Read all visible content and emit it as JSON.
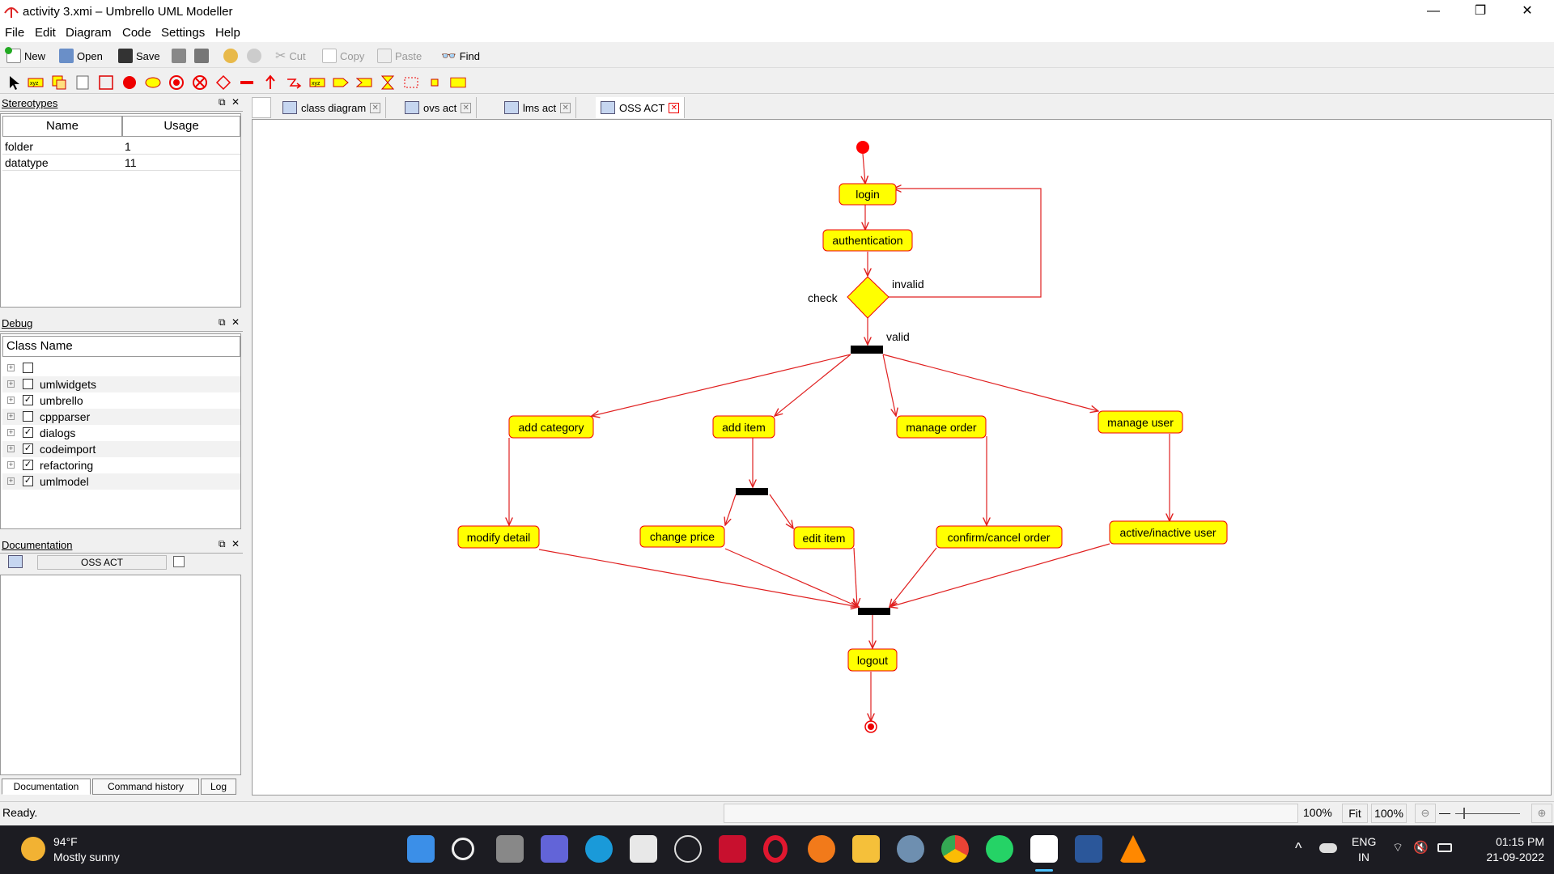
{
  "window": {
    "title": "activity 3.xmi – Umbrello UML Modeller",
    "minimize": "—",
    "restore": "❐",
    "close": "✕"
  },
  "menu": [
    "File",
    "Edit",
    "Diagram",
    "Code",
    "Settings",
    "Help"
  ],
  "toolbar": {
    "new": "New",
    "open": "Open",
    "save": "Save",
    "cut": "Cut",
    "copy": "Copy",
    "paste": "Paste",
    "find": "Find"
  },
  "stereotypes": {
    "title": "Stereotypes",
    "columns": [
      "Name",
      "Usage"
    ],
    "rows": [
      {
        "name": "folder",
        "usage": "1"
      },
      {
        "name": "datatype",
        "usage": "11"
      }
    ]
  },
  "debug": {
    "title": "Debug",
    "column": "Class Name",
    "items": [
      {
        "label": "",
        "checked": false
      },
      {
        "label": "umlwidgets",
        "checked": false
      },
      {
        "label": "umbrello",
        "checked": true
      },
      {
        "label": "cppparser",
        "checked": false
      },
      {
        "label": "dialogs",
        "checked": true
      },
      {
        "label": "codeimport",
        "checked": true
      },
      {
        "label": "refactoring",
        "checked": true
      },
      {
        "label": "umlmodel",
        "checked": true
      }
    ]
  },
  "documentation": {
    "title": "Documentation",
    "name": "OSS ACT"
  },
  "bottom_tabs": [
    "Documentation",
    "Command history",
    "Log"
  ],
  "diagram_tabs": [
    {
      "label": "class diagram",
      "active": false
    },
    {
      "label": "ovs act",
      "active": false
    },
    {
      "label": "lms act",
      "active": false
    },
    {
      "label": "OSS ACT",
      "active": true
    }
  ],
  "diagram": {
    "activities": {
      "login": "login",
      "authentication": "authentication",
      "add_category": "add category",
      "add_item": "add item",
      "manage_order": "manage order",
      "manage_user": "manage user",
      "modify_detail": "modify detail",
      "change_price": "change price",
      "edit_item": "edit item",
      "confirm_cancel": "confirm/cancel order",
      "active_inactive": "active/inactive user",
      "logout": "logout"
    },
    "labels": {
      "check": "check",
      "invalid": "invalid",
      "valid": "valid"
    },
    "colors": {
      "node_fill": "#ffff00",
      "node_border": "#e00000",
      "edge": "#e02020"
    }
  },
  "status": {
    "text": "Ready.",
    "zoom1": "100%",
    "fit": "Fit",
    "zoom2": "100%"
  },
  "taskbar": {
    "weather_temp": "94°F",
    "weather_desc": "Mostly sunny",
    "lang1": "ENG",
    "lang2": "IN",
    "time": "01:15 PM",
    "date": "21-09-2022"
  }
}
